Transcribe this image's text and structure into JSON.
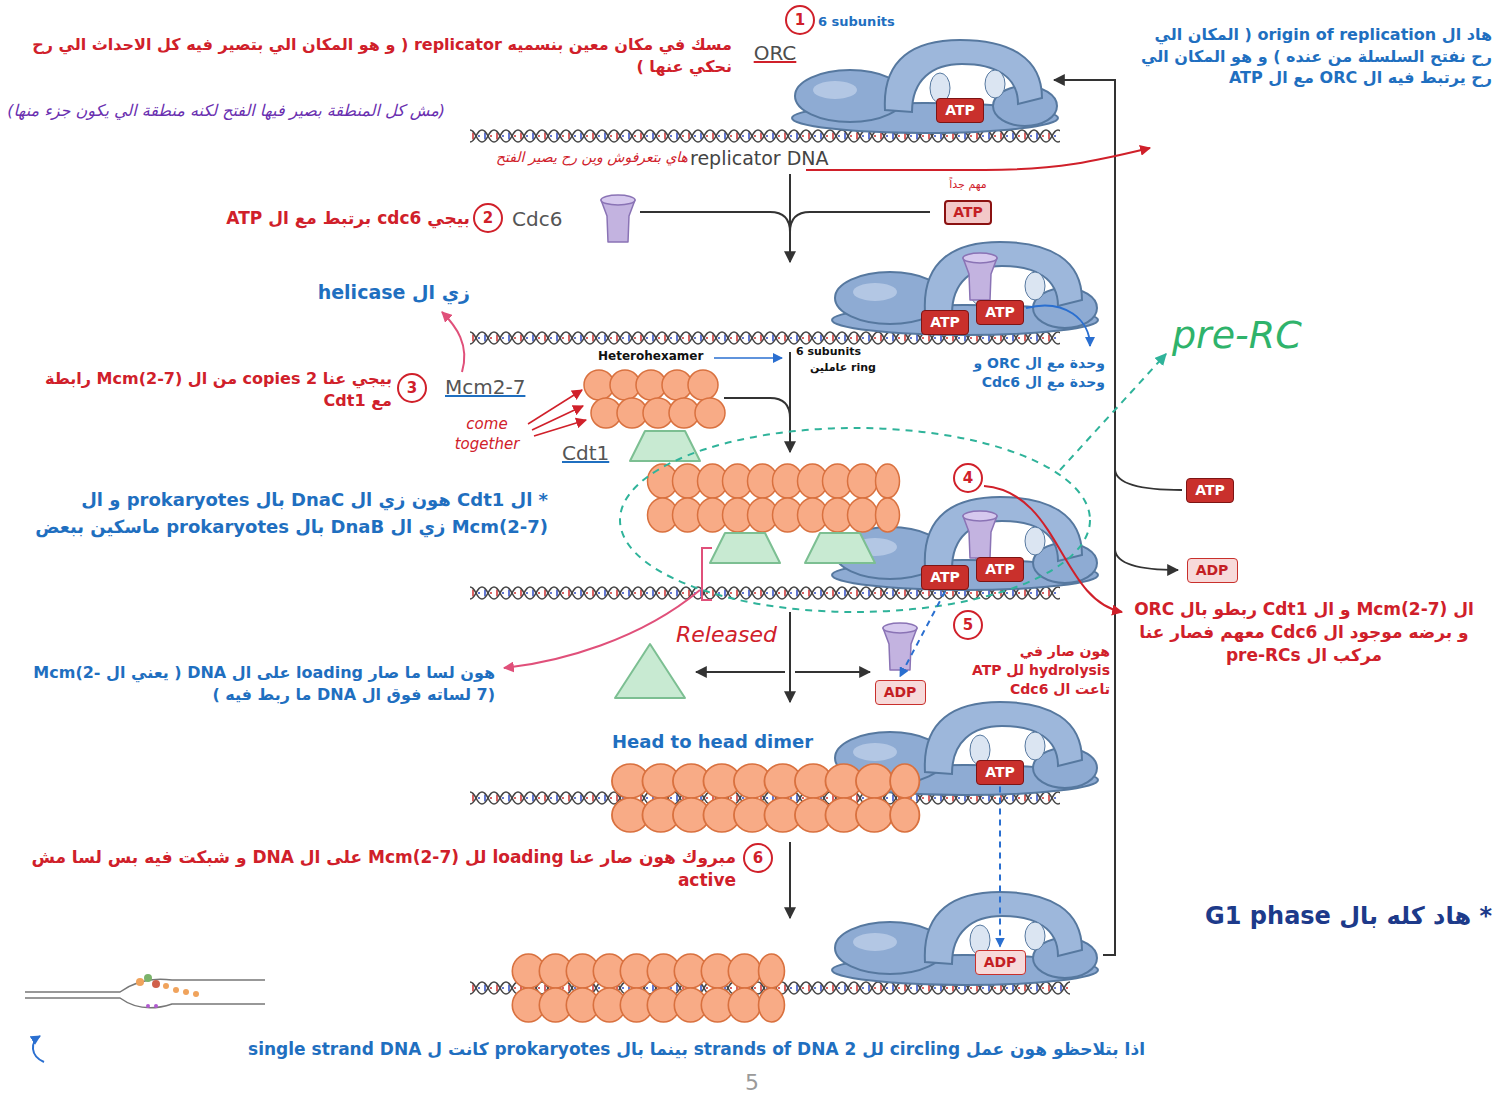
{
  "diagram": {
    "nodes": [
      {
        "text": [
          "ATP"
        ]
      },
      {
        "text": [
          "ATP"
        ]
      },
      {
        "text": [
          "ATP"
        ]
      },
      {
        "text": [
          "ATP"
        ]
      },
      {
        "text": [
          "ATP"
        ]
      },
      {
        "text": [
          "ATP"
        ]
      },
      {
        "text": [
          "ATP"
        ]
      },
      {
        "text": [
          "ADP"
        ]
      },
      {
        "text": [
          "ADP"
        ]
      },
      {
        "text": [
          "ATP"
        ]
      },
      {
        "text": [
          "ADP"
        ]
      }
    ],
    "edges": [
      {
        "from": 5,
        "to": 8,
        "arrow": "to"
      },
      {
        "from": 9,
        "to": 10,
        "arrow": "to"
      }
    ],
    "labels": [
      "1",
      "6 subunits",
      "ORC",
      "مسك في مكان معين بنسميه replicator ( و هو المكان الي بتصير فيه كل الاحداث الي رح نحكي عنها )",
      "هاد ال origin of replication ( المكان الي رح نفتح السلسلة من عنده ) و هو المكان الي رح يرتبط فيه ال ORC مع ال ATP",
      "(مش كل المنطقة بصير فيها الفتح لكنه منطقة الي يكون جزء منها)",
      "هاي بتعرفوش وين رح يصير الفتح",
      "replicator DNA",
      "مهم جداً",
      "2",
      "بيجي cdc6 برتبط مع ال ATP",
      "Cdc6",
      "زي ال helicase",
      "3",
      "بيجي عنا 2 copies من ال Mcm(2-7) رابطة مع Cdt1",
      "Mcm2-7",
      "Heterohexamer",
      "6 subunits",
      "ring عاملين",
      "come together",
      "Cdt1",
      "وحدة مع ال ORC و وحدة مع ال Cdc6",
      "pre-RC",
      "* ال Cdt1 هون زي ال DnaC بال prokaryotes و ال Mcm(2-7) زي ال DnaB بال prokaryotes ماسكين ببعض",
      "4",
      "ال Mcm(2-7) و ال Cdt1 ربطو بال ORC و برضه موجود ال Cdc6 معهم فصار عنا مركب ال pre-RCs",
      "Released",
      "5",
      "هون صار في hydrolysis لل ATP تاعت ال Cdc6",
      "هون لسا ما صار loading على ال DNA ( يعني ال Mcm(2-7) لساته فوق ال DNA ما ربط فيه )",
      "Head to head dimer",
      "6",
      "مبروك هون صار عنا loading لل Mcm(2-7) على ال DNA و شبكت فيه بس لسا مش active",
      "* هاد كله بال G1 phase",
      "اذا بتلاحظو هون عمل circling لل 2 strands of DNA بينما بال prokaryotes كانت ل single strand DNA",
      "5"
    ]
  }
}
